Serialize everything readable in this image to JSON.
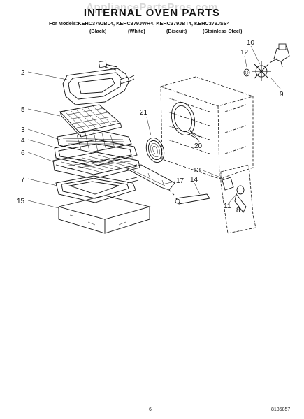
{
  "watermark": "AppliancePartsPros.com",
  "title": "INTERNAL OVEN PARTS",
  "models_line": "For Models:KEHC379JBL4, KEHC379JWH4, KEHC379JBT4, KEHC379JSS4",
  "model_colors": [
    "(Black)",
    "(White)",
    "(Biscuit)",
    "(Stainless Steel)"
  ],
  "callouts": {
    "c2": "2",
    "c5": "5",
    "c3": "3",
    "c4": "4",
    "c6": "6",
    "c7": "7",
    "c15": "15",
    "c10": "10",
    "c12": "12",
    "c9": "9",
    "c21": "21",
    "c20": "20",
    "c17": "17",
    "c14": "14",
    "c13": "13",
    "c11": "11",
    "c8": "8"
  },
  "footer": {
    "page_number": "6",
    "doc_number": "8185857"
  }
}
